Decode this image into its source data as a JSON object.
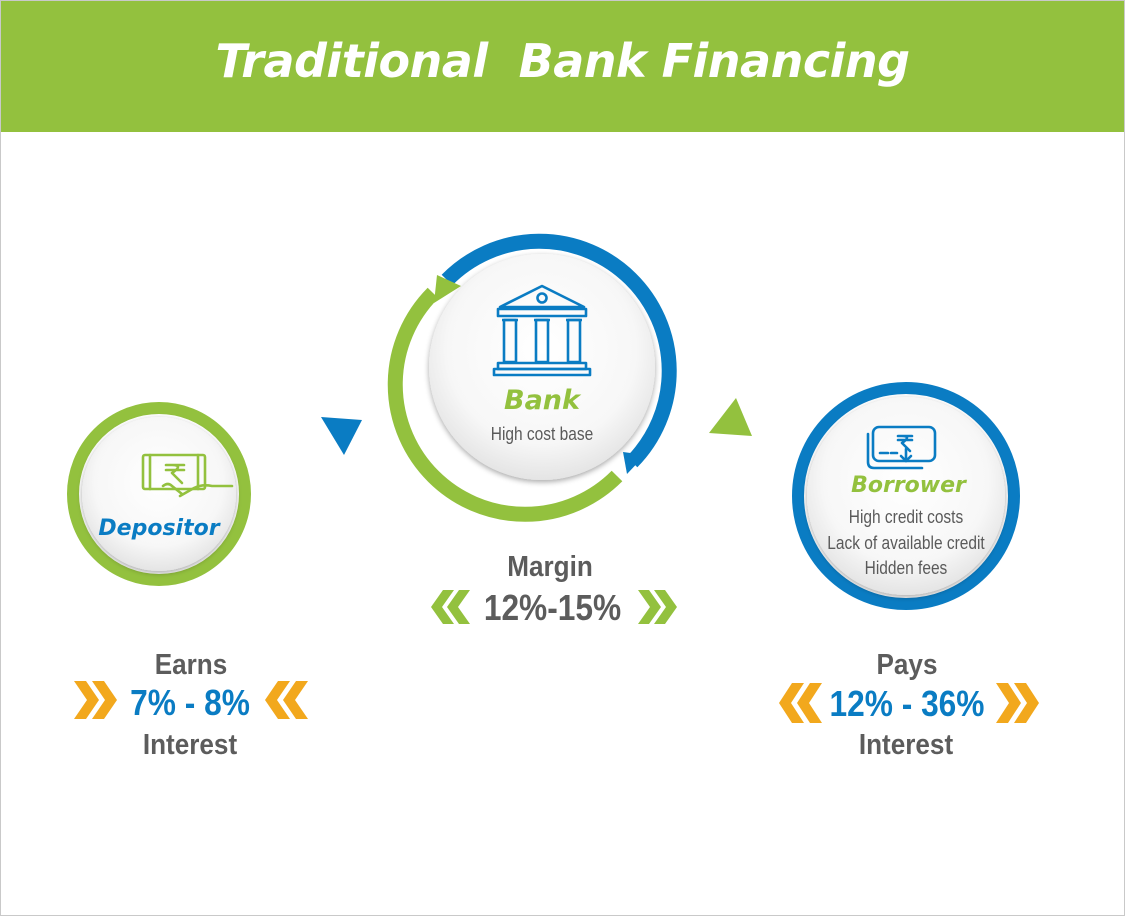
{
  "header": {
    "title": "Traditional  Bank Financing"
  },
  "depositor": {
    "name": "Depositor",
    "action": "Earns",
    "rate": "7% - 8%",
    "suffix": "Interest"
  },
  "bank": {
    "name": "Bank",
    "description": "High cost base",
    "margin_label": "Margin",
    "margin": "12%-15%"
  },
  "borrower": {
    "name": "Borrower",
    "lines": [
      "High credit costs",
      "Lack of available credit",
      "Hidden fees"
    ],
    "action": "Pays",
    "rate": "12% - 36%",
    "suffix": "Interest"
  },
  "colors": {
    "green": "#93c13e",
    "blue": "#0a7cc3",
    "orange": "#f2a81d",
    "text_gray": "#5c5c5c"
  },
  "icons": {
    "depositor": "cash-in-hand-rupee-icon",
    "bank": "bank-building-icon",
    "borrower": "rupee-card-icon"
  }
}
